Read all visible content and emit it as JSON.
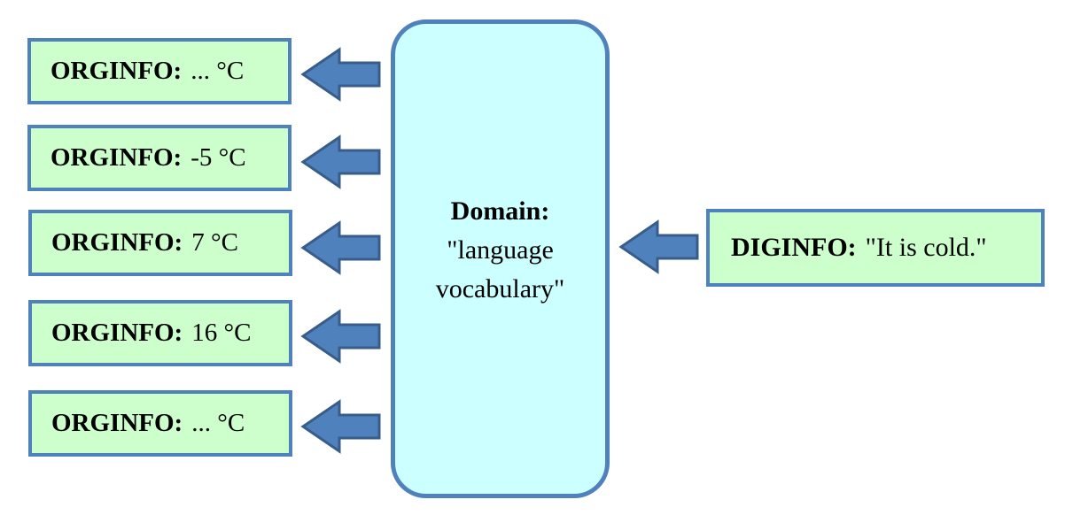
{
  "orginfo_boxes": [
    {
      "label": "ORGINFO:",
      "value": "... °C"
    },
    {
      "label": "ORGINFO:",
      "value": "-5 °C"
    },
    {
      "label": "ORGINFO:",
      "value": "7 °C"
    },
    {
      "label": "ORGINFO:",
      "value": "16 °C"
    },
    {
      "label": "ORGINFO:",
      "value": "... °C"
    }
  ],
  "domain": {
    "title": "Domain:",
    "line1": "\"language",
    "line2": "vocabulary\""
  },
  "diginfo": {
    "label": "DIGINFO:",
    "value": "\"It is cold.\""
  },
  "colors": {
    "box_fill": "#ccffcc",
    "box_border": "#4f81bd",
    "domain_fill": "#ccffff",
    "arrow_fill": "#4f81bd",
    "arrow_stroke": "#385d8a"
  }
}
